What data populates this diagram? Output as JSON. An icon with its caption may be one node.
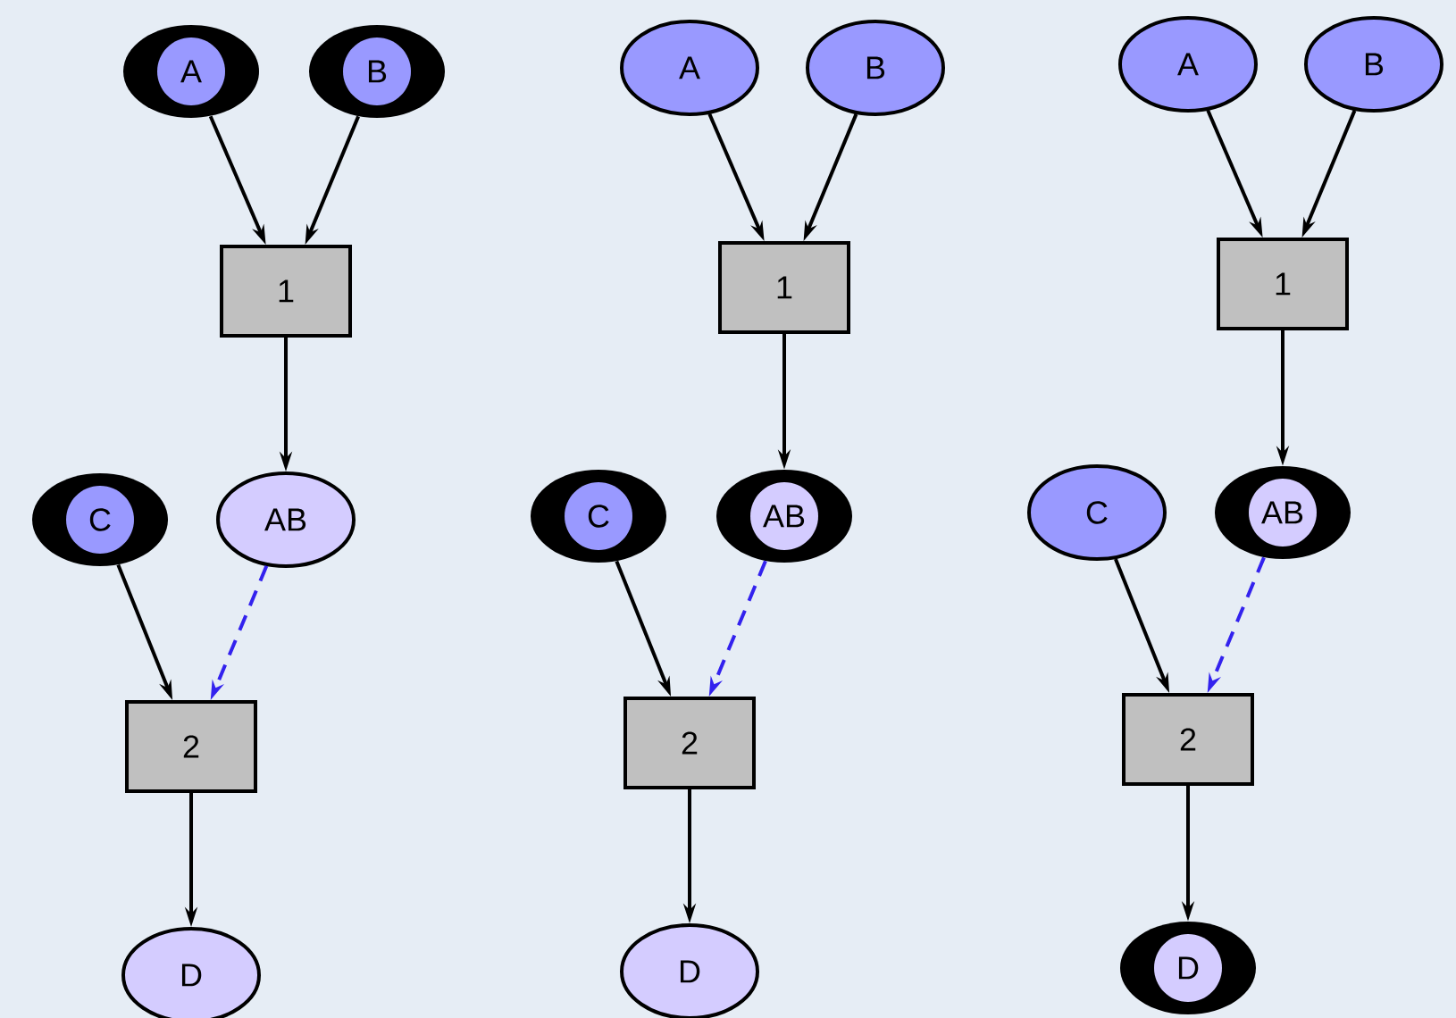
{
  "diagram": {
    "nodes": [
      {
        "text": [
          "A"
        ]
      },
      {
        "text": [
          "B"
        ]
      },
      {
        "text": [
          "1"
        ]
      },
      {
        "text": [
          "C"
        ]
      },
      {
        "text": [
          "AB"
        ]
      },
      {
        "text": [
          "2"
        ]
      },
      {
        "text": [
          "D"
        ]
      },
      {
        "text": [
          "A"
        ]
      },
      {
        "text": [
          "B"
        ]
      },
      {
        "text": [
          "1"
        ]
      },
      {
        "text": [
          "C"
        ]
      },
      {
        "text": [
          "AB"
        ]
      },
      {
        "text": [
          "2"
        ]
      },
      {
        "text": [
          "D"
        ]
      },
      {
        "text": [
          "A"
        ]
      },
      {
        "text": [
          "B"
        ]
      },
      {
        "text": [
          "1"
        ]
      },
      {
        "text": [
          "C"
        ]
      },
      {
        "text": [
          "AB"
        ]
      },
      {
        "text": [
          "2"
        ]
      },
      {
        "text": [
          "D"
        ]
      }
    ],
    "edges": [
      {
        "from": 0,
        "to": 2,
        "arrow": "to"
      },
      {
        "from": 1,
        "to": 2,
        "arrow": "to"
      },
      {
        "from": 2,
        "to": 4,
        "arrow": "to"
      },
      {
        "from": 3,
        "to": 5,
        "arrow": "to"
      },
      {
        "from": 4,
        "to": 5,
        "arrow": "to",
        "style": "dashed",
        "color": "#3322ee"
      },
      {
        "from": 5,
        "to": 6,
        "arrow": "to"
      },
      {
        "from": 7,
        "to": 9,
        "arrow": "to"
      },
      {
        "from": 8,
        "to": 9,
        "arrow": "to"
      },
      {
        "from": 9,
        "to": 11,
        "arrow": "to"
      },
      {
        "from": 10,
        "to": 12,
        "arrow": "to"
      },
      {
        "from": 11,
        "to": 12,
        "arrow": "to",
        "style": "dashed",
        "color": "#3322ee"
      },
      {
        "from": 12,
        "to": 13,
        "arrow": "to"
      },
      {
        "from": 14,
        "to": 16,
        "arrow": "to"
      },
      {
        "from": 15,
        "to": 16,
        "arrow": "to"
      },
      {
        "from": 16,
        "to": 18,
        "arrow": "to"
      },
      {
        "from": 17,
        "to": 19,
        "arrow": "to"
      },
      {
        "from": 18,
        "to": 19,
        "arrow": "to",
        "style": "dashed",
        "color": "#3322ee"
      },
      {
        "from": 19,
        "to": 20,
        "arrow": "to"
      }
    ]
  }
}
